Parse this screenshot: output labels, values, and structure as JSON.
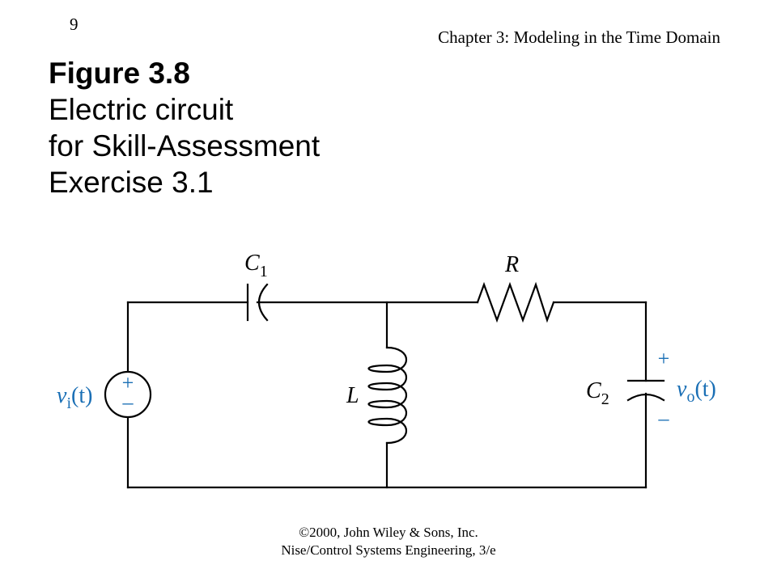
{
  "slide": {
    "number": "9",
    "chapter_header": "Chapter 3: Modeling in the Time Domain"
  },
  "title": {
    "figure_label": "Figure 3.8",
    "lines": [
      "Electric circuit",
      "for Skill-Assessment",
      "Exercise 3.1"
    ]
  },
  "circuit": {
    "source": {
      "label_main": "v",
      "label_sub": "i",
      "label_arg": "(t)",
      "plus": "+",
      "minus": "–"
    },
    "capacitor1": {
      "label_main": "C",
      "label_sub": "1"
    },
    "resistor": {
      "label": "R"
    },
    "inductor": {
      "label": "L"
    },
    "capacitor2": {
      "label_main": "C",
      "label_sub": "2"
    },
    "output": {
      "label_main": "v",
      "label_sub": "o",
      "label_arg": "(t)",
      "plus": "+",
      "minus": "–"
    },
    "colors": {
      "wire": "#000000",
      "signal_labels": "#1a6fb5"
    }
  },
  "footer": {
    "copyright": "©2000, John Wiley & Sons, Inc.",
    "book": "Nise/Control Systems Engineering, 3/e"
  }
}
